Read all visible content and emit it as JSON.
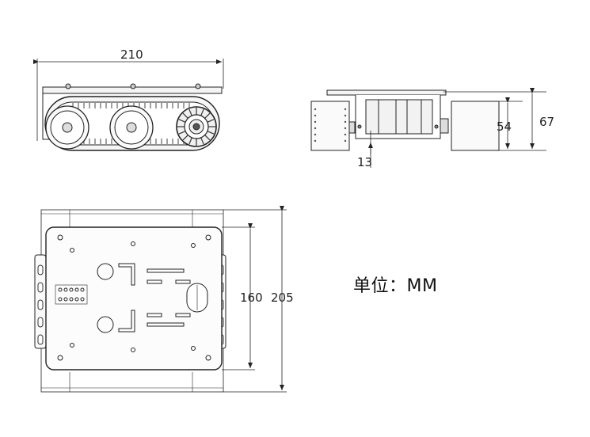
{
  "dimensions": {
    "side_length": "210",
    "end_gap": "13",
    "end_inner_height": "54",
    "end_total_height": "67",
    "top_inner_width": "160",
    "top_total_width": "205"
  },
  "unit_label": "单位：MM"
}
